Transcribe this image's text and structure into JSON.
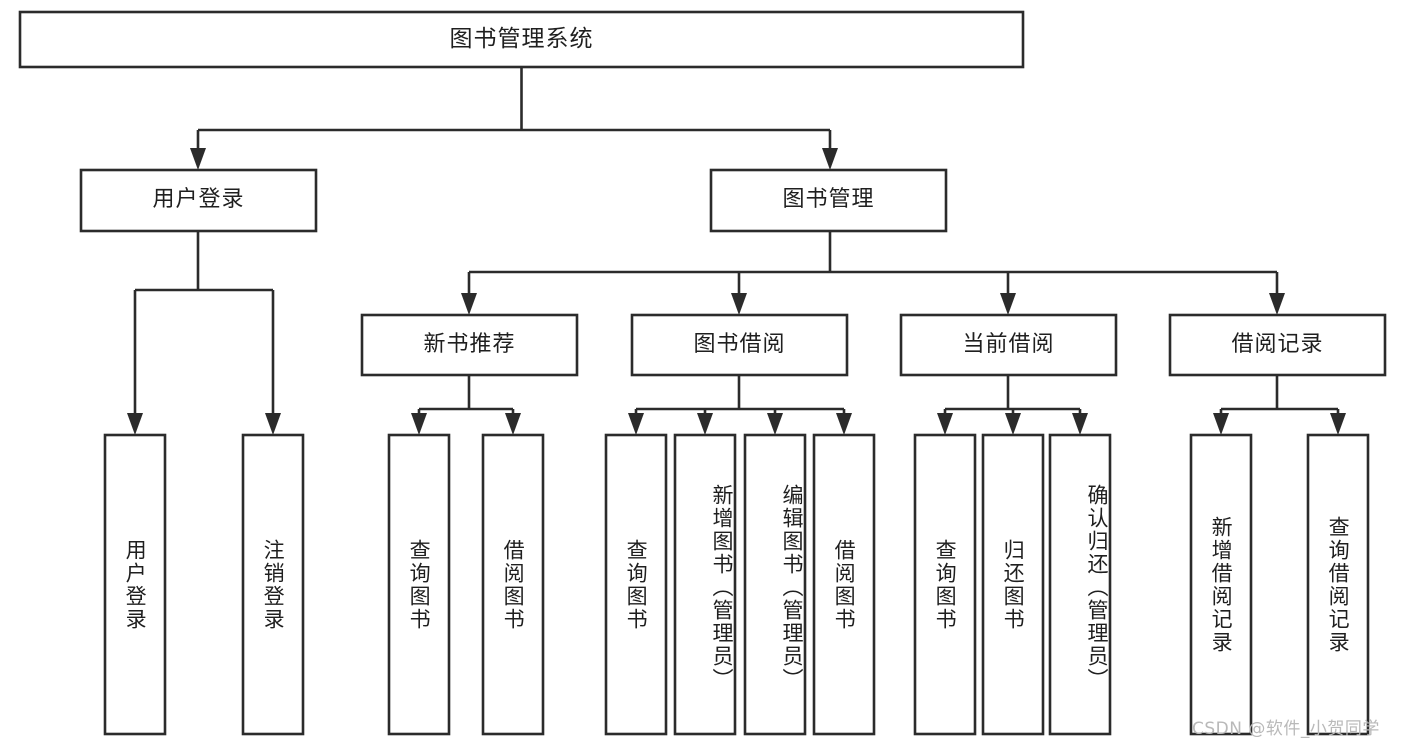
{
  "diagram": {
    "type": "hierarchy-tree",
    "title": "图书管理系统",
    "watermark": "CSDN @软件_小贺同学",
    "colors": {
      "stroke": "#2b2b2b",
      "fill": "#ffffff",
      "text": "#1f1f1f",
      "watermark": "#b9b9b9",
      "background": "#ffffff"
    },
    "levels": {
      "root": "图书管理系统",
      "level2": [
        "用户登录",
        "图书管理"
      ],
      "level3": [
        "新书推荐",
        "图书借阅",
        "当前借阅",
        "借阅记录"
      ]
    },
    "nodes": {
      "root": {
        "label": "图书管理系统",
        "orientation": "horizontal"
      },
      "user_login": {
        "label": "用户登录",
        "orientation": "horizontal"
      },
      "book_manage": {
        "label": "图书管理",
        "orientation": "horizontal"
      },
      "new_book_rec": {
        "label": "新书推荐",
        "orientation": "horizontal"
      },
      "book_borrow": {
        "label": "图书借阅",
        "orientation": "horizontal"
      },
      "current_borrow": {
        "label": "当前借阅",
        "orientation": "horizontal"
      },
      "borrow_record": {
        "label": "借阅记录",
        "orientation": "horizontal"
      },
      "leaf_user_login": {
        "label": "用户登录",
        "orientation": "vertical"
      },
      "leaf_user_logout": {
        "label": "注销登录",
        "orientation": "vertical"
      },
      "leaf_query_book_1": {
        "label": "查询图书",
        "orientation": "vertical"
      },
      "leaf_borrow_book_1": {
        "label": "借阅图书",
        "orientation": "vertical"
      },
      "leaf_query_book_2": {
        "label": "查询图书",
        "orientation": "vertical"
      },
      "leaf_add_book": {
        "label": "新增图书（管理员）",
        "orientation": "vertical"
      },
      "leaf_edit_book": {
        "label": "编辑图书（管理员）",
        "orientation": "vertical"
      },
      "leaf_borrow_book_2": {
        "label": "借阅图书",
        "orientation": "vertical"
      },
      "leaf_query_book_3": {
        "label": "查询图书",
        "orientation": "vertical"
      },
      "leaf_return_book": {
        "label": "归还图书",
        "orientation": "vertical"
      },
      "leaf_confirm_return": {
        "label": "确认归还（管理员）",
        "orientation": "vertical"
      },
      "leaf_add_record": {
        "label": "新增借阅记录",
        "orientation": "vertical"
      },
      "leaf_query_record": {
        "label": "查询借阅记录",
        "orientation": "vertical"
      }
    },
    "edges": [
      {
        "from": "root",
        "to": "user_login"
      },
      {
        "from": "root",
        "to": "book_manage"
      },
      {
        "from": "user_login",
        "to": "leaf_user_login"
      },
      {
        "from": "user_login",
        "to": "leaf_user_logout"
      },
      {
        "from": "book_manage",
        "to": "new_book_rec"
      },
      {
        "from": "book_manage",
        "to": "book_borrow"
      },
      {
        "from": "book_manage",
        "to": "current_borrow"
      },
      {
        "from": "book_manage",
        "to": "borrow_record"
      },
      {
        "from": "new_book_rec",
        "to": "leaf_query_book_1"
      },
      {
        "from": "new_book_rec",
        "to": "leaf_borrow_book_1"
      },
      {
        "from": "book_borrow",
        "to": "leaf_query_book_2"
      },
      {
        "from": "book_borrow",
        "to": "leaf_add_book"
      },
      {
        "from": "book_borrow",
        "to": "leaf_edit_book"
      },
      {
        "from": "book_borrow",
        "to": "leaf_borrow_book_2"
      },
      {
        "from": "current_borrow",
        "to": "leaf_query_book_3"
      },
      {
        "from": "current_borrow",
        "to": "leaf_return_book"
      },
      {
        "from": "current_borrow",
        "to": "leaf_confirm_return"
      },
      {
        "from": "borrow_record",
        "to": "leaf_add_record"
      },
      {
        "from": "borrow_record",
        "to": "leaf_query_record"
      }
    ]
  }
}
